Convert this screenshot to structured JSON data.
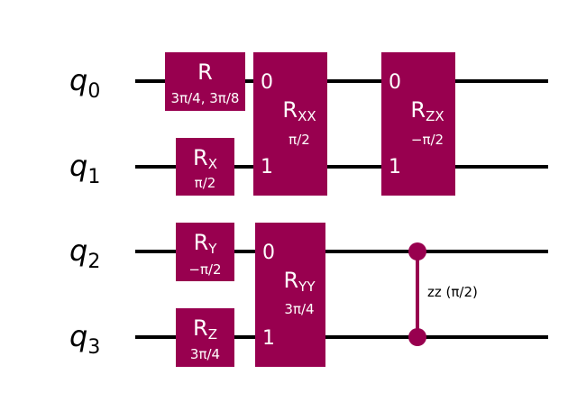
{
  "colors": {
    "gate": "#98004f",
    "wire": "#000000",
    "background": "#ffffff",
    "gate_text": "#ffffff"
  },
  "qubits": [
    {
      "letter": "q",
      "index": "0"
    },
    {
      "letter": "q",
      "index": "1"
    },
    {
      "letter": "q",
      "index": "2"
    },
    {
      "letter": "q",
      "index": "3"
    }
  ],
  "gates": {
    "r": {
      "name": "R",
      "param": "3π/4, 3π/8"
    },
    "rx": {
      "name": "R",
      "sub": "X",
      "param": "π/2"
    },
    "ry": {
      "name": "R",
      "sub": "Y",
      "param": "−π/2"
    },
    "rz": {
      "name": "R",
      "sub": "Z",
      "param": "3π/4"
    },
    "rxx": {
      "name": "R",
      "sub": "XX",
      "param": "π/2",
      "port0": "0",
      "port1": "1"
    },
    "ryy": {
      "name": "R",
      "sub": "YY",
      "param": "3π/4",
      "port0": "0",
      "port1": "1"
    },
    "rzx": {
      "name": "R",
      "sub": "ZX",
      "param": "−π/2",
      "port0": "0",
      "port1": "1"
    },
    "zz": {
      "label": "zz (π/2)"
    }
  }
}
